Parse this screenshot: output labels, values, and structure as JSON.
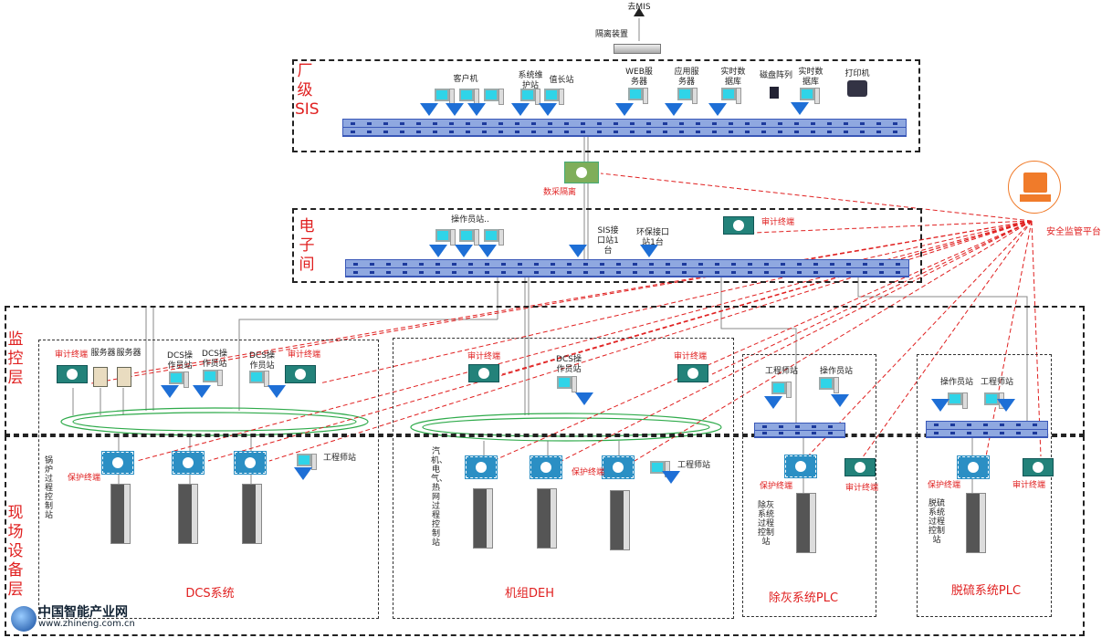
{
  "top": {
    "mis": "去MIS",
    "isolation": "隔离装置"
  },
  "zones": {
    "sis": "厂级SIS",
    "electronic": "电子间",
    "monitor": "监控层",
    "field": "现场设备层"
  },
  "sis": {
    "client": "客户机",
    "maintenance": "系统维护站",
    "duty": "值长站",
    "web": "WEB服务器",
    "app": "应用服务器",
    "rtdb1": "实时数据库",
    "disk": "磁盘阵列",
    "rtdb2": "实时数据库",
    "printer": "打印机"
  },
  "datacollect": "数采隔离",
  "electronic": {
    "operator": "操作员站..",
    "sis_if": "SIS接口站1台",
    "env_if": "环保接口站1台",
    "audit": "审计终端"
  },
  "platform": {
    "label": "安全监管平台",
    "color": "#f07b2a"
  },
  "dcs": {
    "audit1": "审计终端",
    "server1": "服务器",
    "server2": "服务器",
    "op1": "DCS操作员站",
    "op2": "DCS操作员站",
    "op3": "DCS操作员站",
    "audit2": "审计终端",
    "protect": "保护终端",
    "eng": "工程师站",
    "station": "锅炉过程控制站",
    "title": "DCS系统"
  },
  "deh": {
    "audit1": "审计终端",
    "op": "DCS操作员站",
    "audit2": "审计终端",
    "protect": "保护终端",
    "eng": "工程师站",
    "station": "汽机、电气、热网过程控制站",
    "title": "机组DEH"
  },
  "ash": {
    "eng": "工程师站",
    "op": "操作员站",
    "protect": "保护终端",
    "audit": "审计终端",
    "station": "除灰系统过程控制站",
    "title": "除灰系统PLC"
  },
  "desulf": {
    "op": "操作员站",
    "eng": "工程师站",
    "protect": "保护终端",
    "audit": "审计终端",
    "station": "脱硫系统过程控制站",
    "title": "脱硫系统PLC"
  },
  "watermark": {
    "name": "中国智能产业网",
    "url": "www.zhineng.com.cn"
  },
  "colors": {
    "alarm_line": "#e02020",
    "ring": "#2eaa4a",
    "switch": "#8fa8e0"
  }
}
